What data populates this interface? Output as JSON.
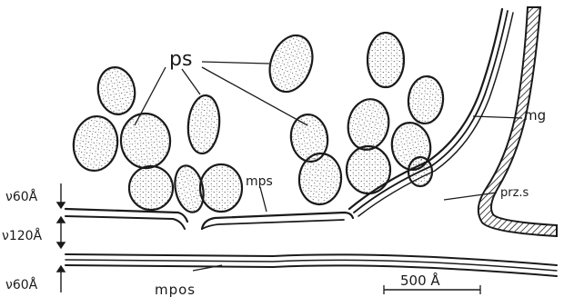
{
  "labels": {
    "ps": "ps",
    "mps": "mps",
    "mpos": "mpos",
    "mg": "mg",
    "przs": "prz.s"
  },
  "dimensions": {
    "top": "ν60Å",
    "middle": "ν120Å",
    "bottom": "ν60Å"
  },
  "scale_bar": {
    "label": "500 Å"
  },
  "colors": {
    "ink": "#1a1a1a",
    "paper": "#ffffff"
  }
}
